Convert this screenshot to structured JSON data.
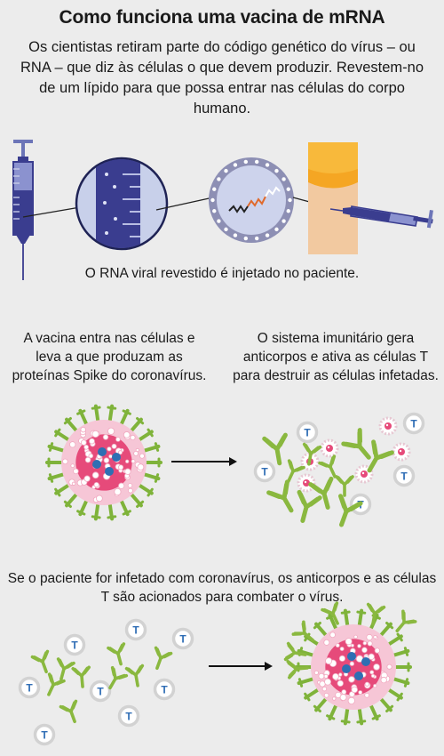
{
  "title": "Como funciona uma vacina de mRNA",
  "intro": "Os cientistas retiram parte do código genético do vírus – ou RNA – que diz às células o que devem produzir. Revestem-no de um lípido para que possa entrar nas células do corpo humano.",
  "steps": {
    "injection": "O RNA viral revestido é injetado no paciente.",
    "spike_production": "A vacina entra nas células e leva a que produzam as proteínas Spike do coronavírus.",
    "immune_response": "O sistema imunitário gera anticorpos e ativa as células T para destruir as células infetadas.",
    "reinfection": "Se o paciente for infetado com coronavírus, os anticorpos e as células T são acionados para combater o vírus."
  },
  "tcell_label": "T",
  "colors": {
    "syringe": "#3a3d8f",
    "lipid_ring": "#8d8fb4",
    "rna_black": "#222222",
    "rna_orange": "#e06a2c",
    "skin": "#f2c9a0",
    "sleeve": "#f5a623",
    "virus_core": "#e64a7a",
    "virus_ring": "#f6c6d6",
    "spike": "#7fb33a",
    "antibody": "#8ab83f",
    "tcell_fill": "#ffffff",
    "tcell_text": "#2f6db5",
    "tcell_ring": "#d6d6d6",
    "blue_blob": "#2e6fb3"
  },
  "icons": [
    "syringe-icon",
    "magnifier-icon",
    "lipid-nanoparticle-icon",
    "arm-injection-icon",
    "infected-cell-icon",
    "antibody-icon",
    "t-cell-icon",
    "arrow-icon"
  ]
}
